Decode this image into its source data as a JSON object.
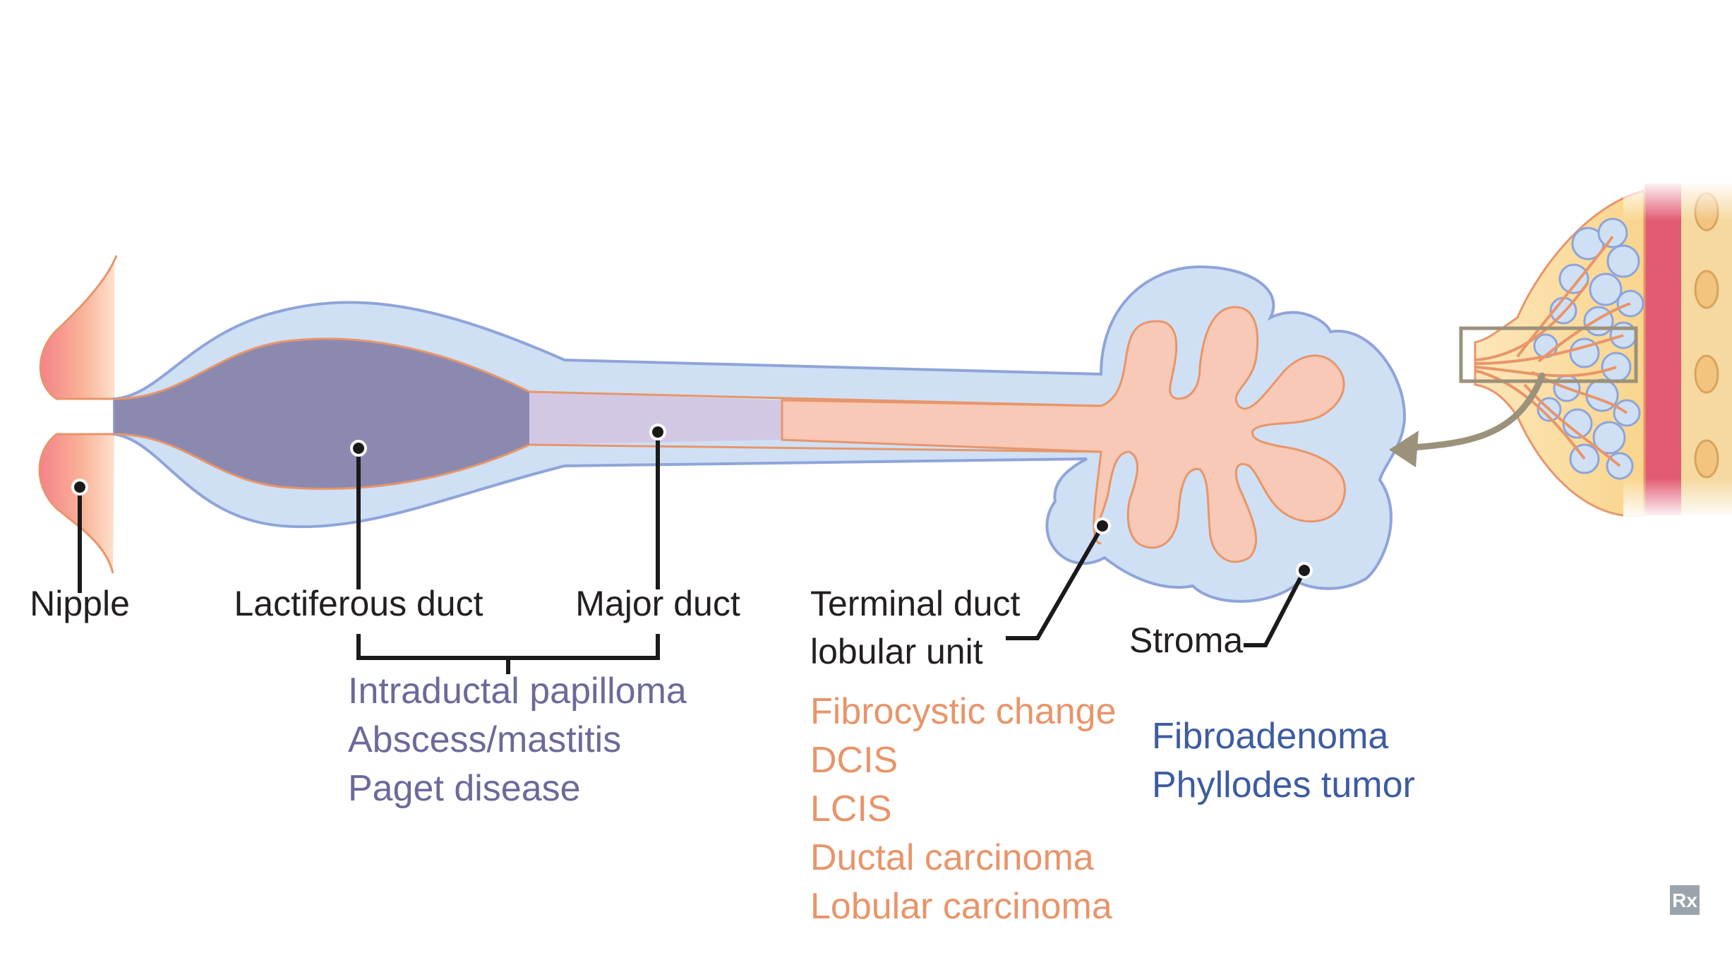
{
  "labels": {
    "nipple": "Nipple",
    "lactiferous_duct": "Lactiferous duct",
    "major_duct": "Major duct",
    "tdlu_line1": "Terminal duct",
    "tdlu_line2": "lobular unit",
    "stroma": "Stroma"
  },
  "diagnoses": {
    "ducts": [
      "Intraductal papilloma",
      "Abscess/mastitis",
      "Paget disease"
    ],
    "tdlu": [
      "Fibrocystic change",
      "DCIS",
      "LCIS",
      "Ductal carcinoma",
      "Lobular carcinoma"
    ],
    "stroma": [
      "Fibroadenoma",
      "Phyllodes tumor"
    ]
  },
  "logo": "Rx",
  "colors": {
    "stroma_fill": "#cfe0f5",
    "stroma_outline": "#8fa4d8",
    "lactiferous_fill": "#8c89b1",
    "major_duct_fill": "#d3c8e3",
    "terminal_fill": "#f7c9b6",
    "epithelium_outline": "#e8956a",
    "duct_text": "#6b6a9a",
    "tdlu_text": "#e8956a",
    "stroma_text": "#3d5ca0",
    "arrow": "#9c917b",
    "skin": "#f9c7a8",
    "fat": "#fbe3a7",
    "muscle": "#e35b73"
  }
}
